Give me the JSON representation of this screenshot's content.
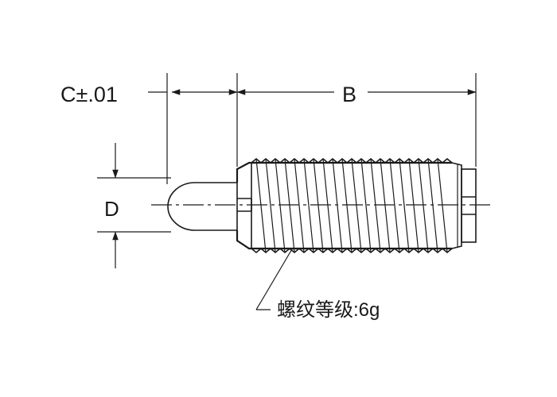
{
  "drawing": {
    "dim_c": "C±.01",
    "dim_b": "B",
    "dim_d": "D",
    "thread_note": "螺纹等级:6g"
  },
  "colors": {
    "line": "#1a1a1a",
    "background": "#ffffff"
  }
}
